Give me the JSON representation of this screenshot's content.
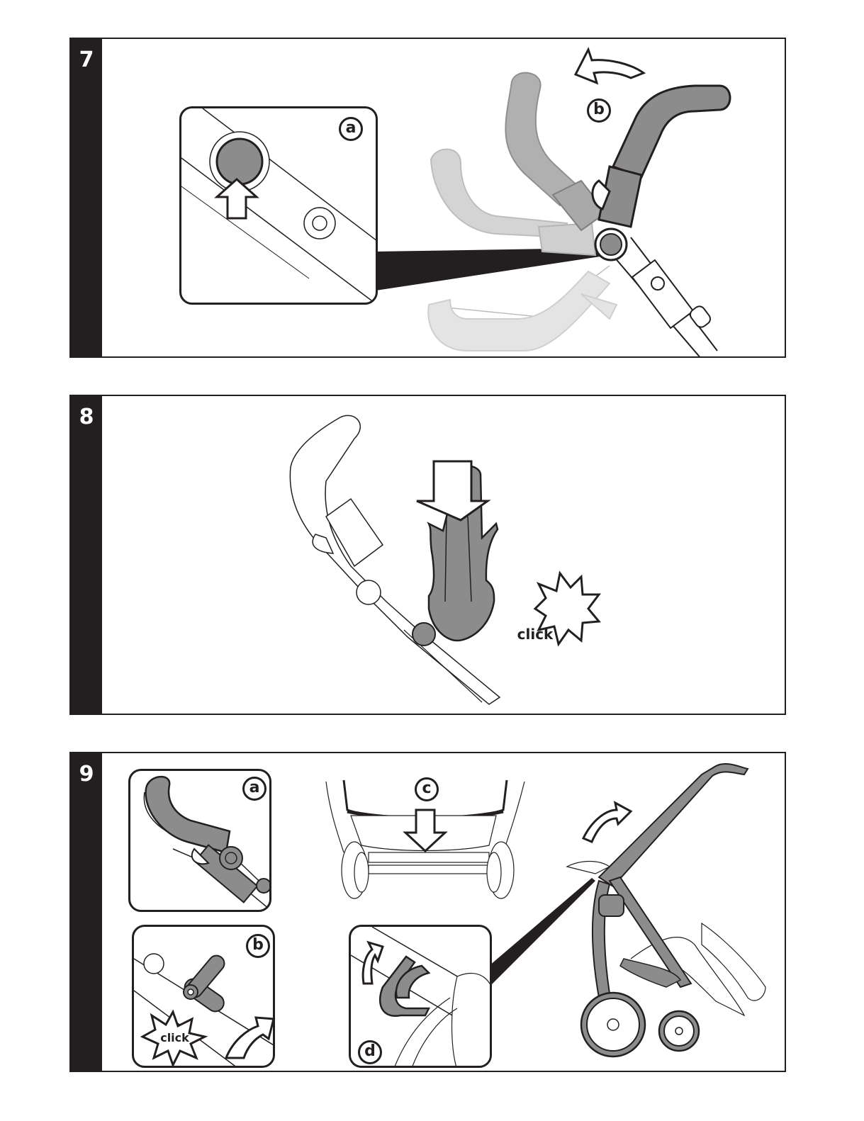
{
  "steps": [
    {
      "number": "7",
      "labels": {
        "a": "a",
        "b": "b"
      }
    },
    {
      "number": "8",
      "click": "click"
    },
    {
      "number": "9",
      "labels": {
        "a": "a",
        "b": "b",
        "c": "c",
        "d": "d"
      },
      "click": "click"
    }
  ],
  "colors": {
    "ink": "#231f20",
    "part_gray": "#8c8c8c",
    "ghost_gray": "#bdbdbd",
    "ghost_light": "#d9d9d9",
    "paper": "#ffffff"
  },
  "icons": [
    "push-arrow-icon",
    "rotate-arrow-icon",
    "click-burst-icon"
  ]
}
